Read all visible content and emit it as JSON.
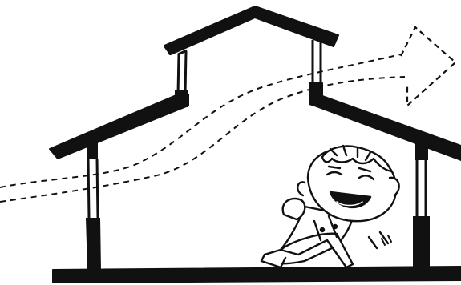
{
  "colors": {
    "ink": "#111111",
    "background": "#ffffff",
    "skin": "#ffffff"
  },
  "illustration": {
    "subjects": [
      "house-cross-section",
      "airflow-arrow",
      "relaxing-person"
    ],
    "airflow_direction": "left-to-right",
    "line_style": "dashed"
  }
}
